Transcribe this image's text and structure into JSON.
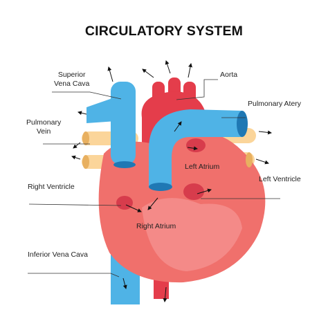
{
  "title": "CIRCULATORY SYSTEM",
  "labels": {
    "superior_vena_cava": "Superior\nVena Cava",
    "aorta": "Aorta",
    "pulmonary_artery": "Pulmonary Atery",
    "pulmonary_vein": "Pulmonary\nVein",
    "left_atrium": "Left Atrium",
    "left_ventricle": "Left Ventricle",
    "right_ventricle": "Right Ventricle",
    "right_atrium": "Right Atrium",
    "inferior_vena_cava": "Inferior Vena Cava"
  },
  "colors": {
    "heart": "#f0706c",
    "heart_inner": "#f48a88",
    "aorta": "#e43d4b",
    "vena_cava": "#4fb3e6",
    "pulmonary_vein": "#fbd59a",
    "chamber": "#d73c4c",
    "text": "#222222"
  }
}
